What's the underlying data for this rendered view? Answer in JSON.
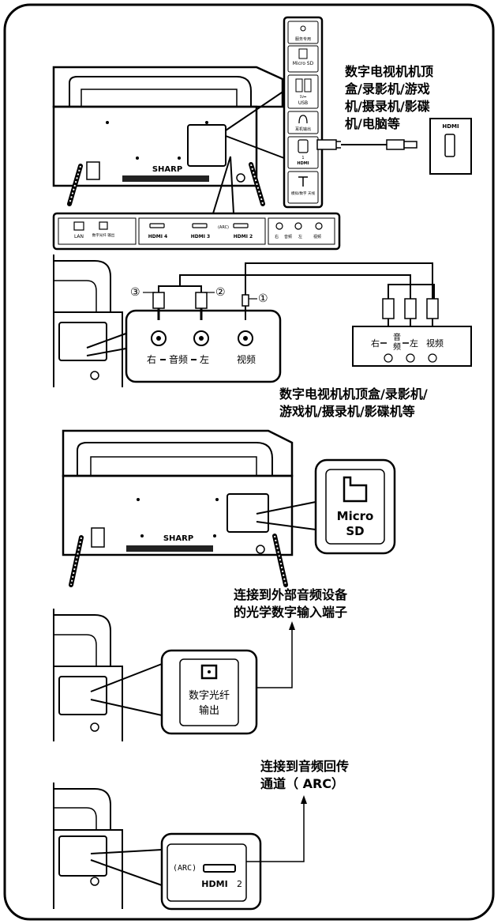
{
  "port_panel": {
    "service": "服务专用",
    "microsd": "Micro SD",
    "usb": "USB",
    "usb_power": "5V⎓",
    "headphone": "耳机输出",
    "hdmi1_num": "1",
    "hdmi1_logo": "HDMI",
    "antenna": "模拟/数字 天线"
  },
  "labels": {
    "devices_1": [
      "数字电视机机顶",
      "盒/录影机/游戏",
      "机/摄录机/影碟",
      "机/电脑等"
    ],
    "devices_2": [
      "数字电视机机顶盒/录影机/",
      "游戏机/摄录机/影碟机等"
    ],
    "optical_dest": [
      "连接到外部音频设备",
      "的光学数字输入端子"
    ],
    "arc_dest": [
      "连接到音频回传",
      "通道（ ARC）"
    ]
  },
  "brand": "SHARP",
  "bottom_panel": {
    "lan": "LAN",
    "optical": "数字光纤 输出",
    "hdmi4": "HDMI 4",
    "hdmi3": "HDMI 3",
    "hdmi2": "HDMI 2",
    "arc": "(ARC)",
    "right": "右",
    "audio": "音频",
    "left": "左",
    "video": "视频"
  },
  "av_panel": {
    "right": "右",
    "audio": "音频",
    "left": "左",
    "video": "视频",
    "markers": [
      "①",
      "②",
      "③"
    ]
  },
  "device_panel": {
    "right": "右",
    "audio_a": "音",
    "audio_b": "频",
    "left": "左",
    "video": "视频"
  },
  "hdmi_logo": "HDMI",
  "microsd_zoom": [
    "Micro",
    "SD"
  ],
  "optical_zoom": [
    "数字光纤",
    "输出"
  ],
  "arc_zoom": {
    "arc": "(ARC)",
    "logo": "HDMI",
    "num": "2"
  }
}
